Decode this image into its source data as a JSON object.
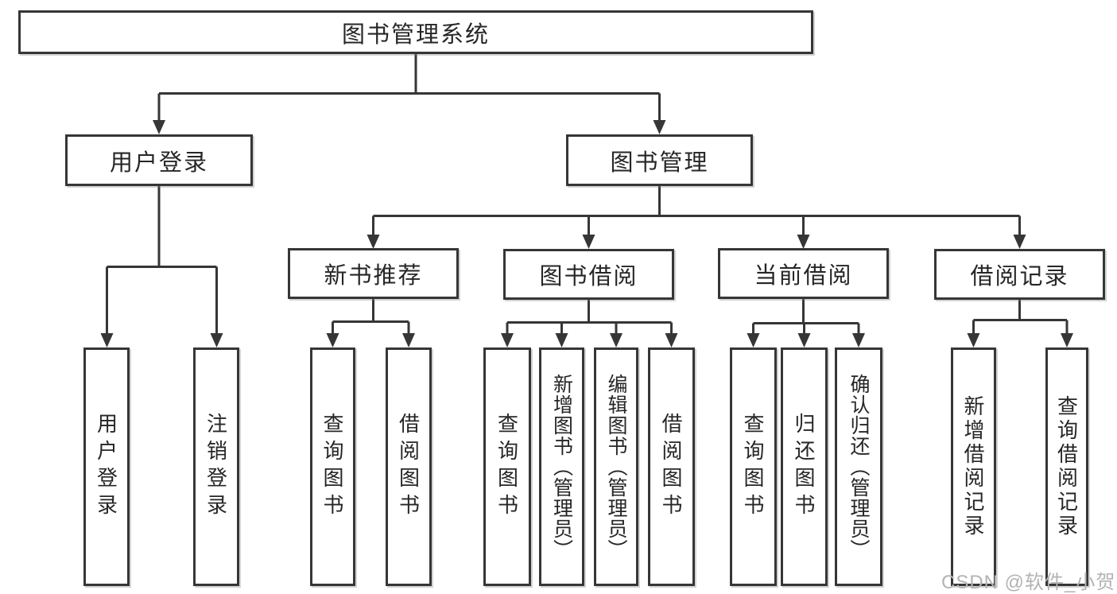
{
  "diagram": {
    "root": {
      "label": "图书管理系统"
    },
    "level2": [
      {
        "label": "用户登录"
      },
      {
        "label": "图书管理"
      }
    ],
    "level3": [
      {
        "label": "新书推荐",
        "parent": "图书管理"
      },
      {
        "label": "图书借阅",
        "parent": "图书管理"
      },
      {
        "label": "当前借阅",
        "parent": "图书管理"
      },
      {
        "label": "借阅记录",
        "parent": "图书管理"
      }
    ],
    "leaves": [
      {
        "label": "用户登录",
        "parent": "用户登录"
      },
      {
        "label": "注销登录",
        "parent": "用户登录"
      },
      {
        "label": "查询图书",
        "parent": "新书推荐"
      },
      {
        "label": "借阅图书",
        "parent": "新书推荐"
      },
      {
        "label": "查询图书",
        "parent": "图书借阅"
      },
      {
        "label": "新增图书（管理员）",
        "parent": "图书借阅"
      },
      {
        "label": "编辑图书（管理员）",
        "parent": "图书借阅"
      },
      {
        "label": "借阅图书",
        "parent": "图书借阅"
      },
      {
        "label": "查询图书",
        "parent": "当前借阅"
      },
      {
        "label": "归还图书",
        "parent": "当前借阅"
      },
      {
        "label": "确认归还（管理员）",
        "parent": "当前借阅"
      },
      {
        "label": "新增借阅记录",
        "parent": "借阅记录"
      },
      {
        "label": "查询借阅记录",
        "parent": "借阅记录"
      }
    ],
    "watermark": "CSDN @软件_小贺同学",
    "colors": {
      "line": "#363636",
      "text": "#262626",
      "watermark": "#b3b3b3",
      "background": "#ffffff"
    }
  }
}
